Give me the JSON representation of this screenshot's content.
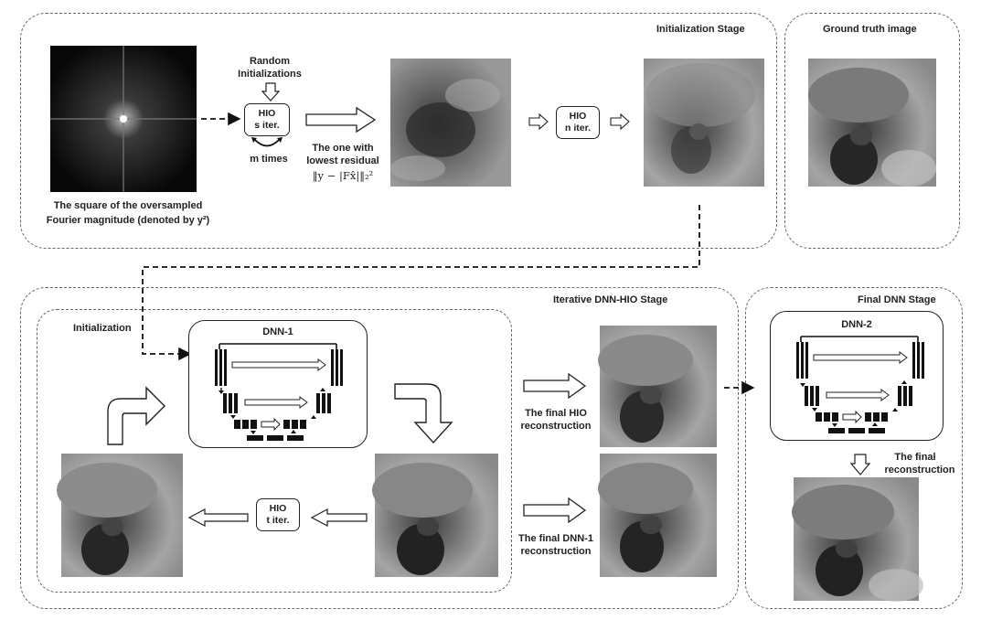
{
  "stages": {
    "initialization": "Initialization Stage",
    "ground_truth": "Ground truth image",
    "iterative": "Iterative DNN-HIO Stage",
    "final": "Final DNN Stage"
  },
  "init_stage": {
    "fourier_caption_line1": "The square of  the oversampled",
    "fourier_caption_line2": "Fourier magnitude (denoted by y²)",
    "random_init_line1": "Random",
    "random_init_line2": "Initializations",
    "hio_s_line1": "HIO",
    "hio_s_line2": "s iter.",
    "m_times": "m times",
    "lowest_line1": "The one with",
    "lowest_line2": "lowest residual",
    "residual_formula": "‖y − |Fx̂|‖₂²",
    "hio_n_line1": "HIO",
    "hio_n_line2": "n iter."
  },
  "iter_stage": {
    "initialization_label": "Initialization",
    "dnn1_title": "DNN-1",
    "hio_t_line1": "HIO",
    "hio_t_line2": "t iter.",
    "final_hio_line1": "The final HIO",
    "final_hio_line2": "reconstruction",
    "final_dnn1_line1": "The final DNN-1",
    "final_dnn1_line2": "reconstruction"
  },
  "final_stage": {
    "dnn2_title": "DNN-2",
    "final_recon_line1": "The final",
    "final_recon_line2": "reconstruction"
  },
  "colors": {
    "stage_border": "#666666",
    "box_border": "#222222",
    "photo_dark": "#2a2a2a",
    "photo_mid": "#7a7a7a",
    "photo_light": "#b5b5b5"
  }
}
